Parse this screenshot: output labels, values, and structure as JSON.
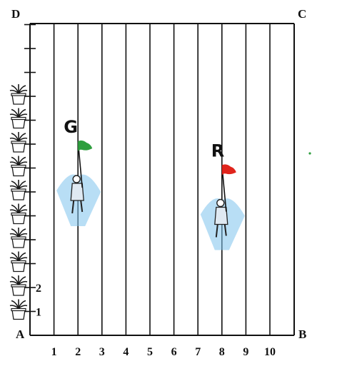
{
  "corners": {
    "D": "D",
    "C": "C",
    "A": "A",
    "B": "B"
  },
  "x_ticks": [
    "1",
    "2",
    "3",
    "4",
    "5",
    "6",
    "7",
    "8",
    "9",
    "10"
  ],
  "y_ticks": [
    "1",
    "2"
  ],
  "plants": 10,
  "flags": [
    {
      "label": "G",
      "color": "#2e9e3e",
      "line": 2,
      "row": 8
    },
    {
      "label": "R",
      "color": "#e0241c",
      "line": 8,
      "row": 7
    }
  ],
  "colors": {
    "line": "#111111",
    "pot": "#1a1a1a",
    "leaf": "#1a1a1a",
    "spray": "#7ec3ec",
    "dot": "#2e9e3e"
  }
}
